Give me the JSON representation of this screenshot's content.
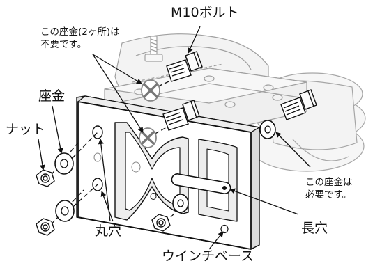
{
  "labels": {
    "bolt": "M10ボルト",
    "washer_unneeded_line1": "この座金(2ヶ所)は",
    "washer_unneeded_line2": "不要です。",
    "washer": "座金",
    "nut": "ナット",
    "washer_needed_line1": "この座金は",
    "washer_needed_line2": "必要です。",
    "round_hole": "丸穴",
    "long_hole": "長穴",
    "winch_base": "ウインチベース"
  }
}
